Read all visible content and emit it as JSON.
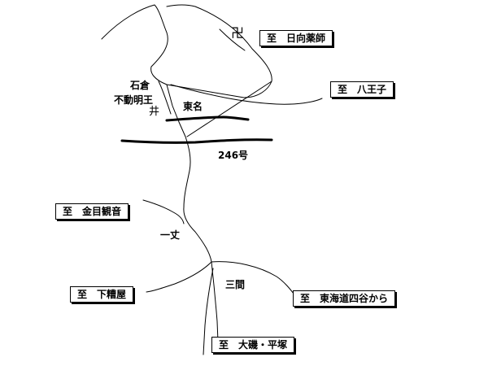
{
  "destinations": {
    "hinata": {
      "to": "至",
      "name": "日向薬師"
    },
    "hachioji": {
      "to": "至",
      "name": "八王子"
    },
    "kaneme": {
      "to": "至",
      "name": "金目観音"
    },
    "shimosoya": {
      "to": "至",
      "name": "下糟屋"
    },
    "tokaido": {
      "to": "至",
      "name": "東海道四谷から"
    },
    "oiso": {
      "to": "至",
      "name": "大磯・平塚"
    }
  },
  "places": {
    "ishikura": "石倉",
    "fudomyoo": "不動明王",
    "tomei": "東名",
    "route246": "246号",
    "ichijo": "一丈",
    "sanken": "三間"
  },
  "symbols": {
    "temple": "卍",
    "shrine": "井"
  },
  "colors": {
    "ink": "#000000",
    "paper": "#ffffff"
  }
}
